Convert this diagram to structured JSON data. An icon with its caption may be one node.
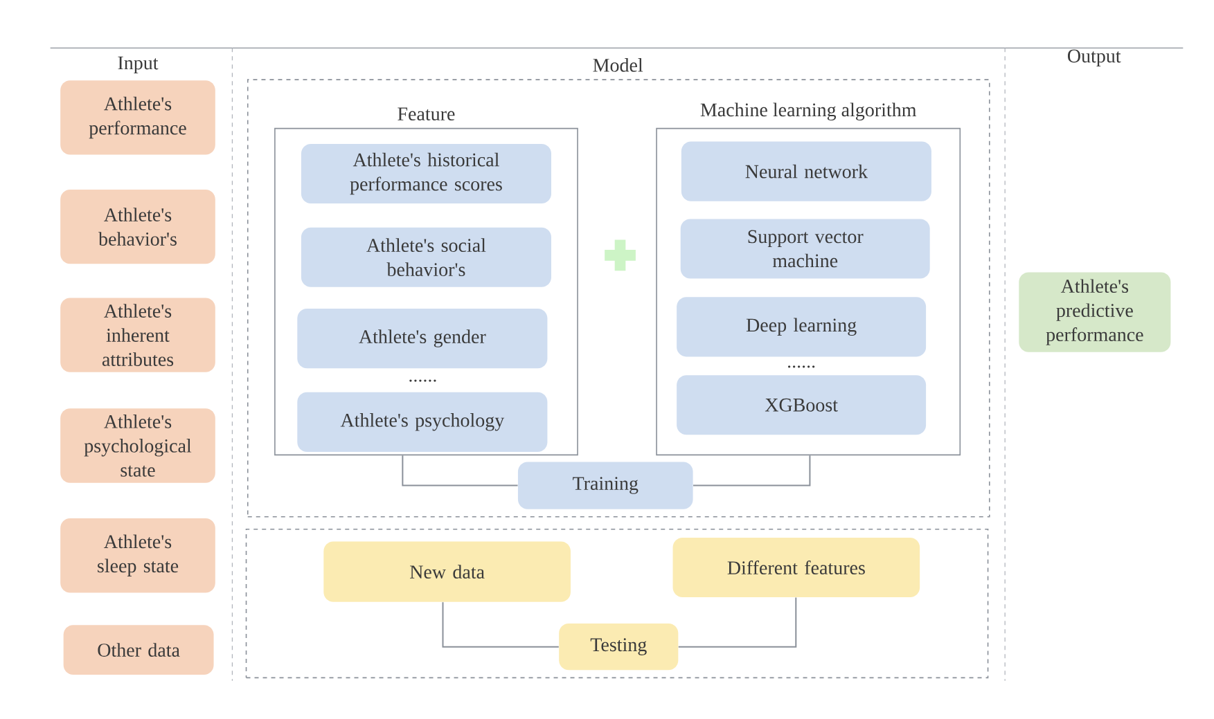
{
  "diagram": {
    "nodes": [
      {
        "text": [],
        "shape": "box"
      },
      {
        "text": [
          "Feature"
        ],
        "in": 0
      },
      {
        "text": [
          "Athlete's historical performance scores"
        ],
        "in": 1
      },
      {
        "text": [
          "Athlete's social behavior's"
        ],
        "in": 1
      },
      {
        "text": [
          "Athlete's gender"
        ],
        "in": 1
      },
      {
        "text": [
          "Athlete's psychology"
        ],
        "in": 1
      },
      {
        "text": [
          "Machine learning algorithm"
        ],
        "in": 0
      },
      {
        "text": [
          "Neural network"
        ],
        "in": 6
      },
      {
        "text": [
          "Support vector machine"
        ],
        "in": 6
      },
      {
        "text": [
          "Deep learning"
        ],
        "in": 6
      },
      {
        "text": [
          "XGBoost"
        ],
        "in": 6
      },
      {
        "text": [
          "Training"
        ],
        "in": 0
      },
      {
        "text": [],
        "shape": "box"
      },
      {
        "text": [
          "New data"
        ],
        "in": 12
      },
      {
        "text": [
          "Different features"
        ],
        "in": 12
      },
      {
        "text": [
          "Testing"
        ],
        "in": 12
      },
      {
        "text": [
          "Athlete's performance"
        ]
      },
      {
        "text": [
          "Athlete's behavior's"
        ]
      },
      {
        "text": [
          "Athlete's inherent attributes"
        ]
      },
      {
        "text": [
          "Athlete's psychological state"
        ]
      },
      {
        "text": [
          "Athlete's sleep state"
        ]
      },
      {
        "text": [
          "Other data"
        ]
      },
      {
        "text": [
          "Athlete's predictive performance"
        ]
      }
    ],
    "edges": [
      {
        "from": 1,
        "to": 11,
        "arrow": "none"
      },
      {
        "from": 6,
        "to": 11,
        "arrow": "none"
      },
      {
        "from": 13,
        "to": 15,
        "arrow": "none"
      },
      {
        "from": 14,
        "to": 15,
        "arrow": "none"
      }
    ],
    "labels": [
      "Input",
      "Model",
      "Output",
      "......",
      "......"
    ]
  }
}
